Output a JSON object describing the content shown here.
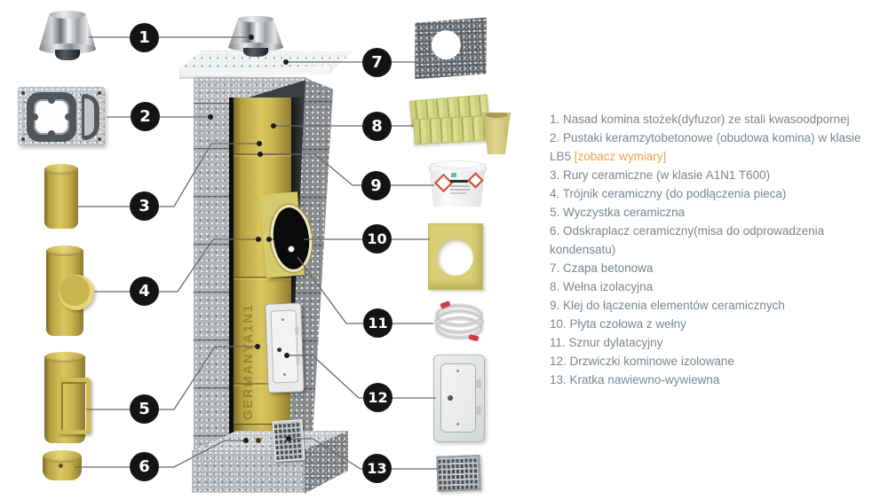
{
  "legend": {
    "items": [
      {
        "num": "1.",
        "text": "Nasad komina stożek(dyfuzor) ze stali kwasoodpornej"
      },
      {
        "num": "2.",
        "text": "Pustaki keramzytobetonowe (obudowa komina) w klasie LB5 ",
        "link": "[zobacz wymiary]"
      },
      {
        "num": "3.",
        "text": "Rury ceramiczne (w klasie A1N1 T600)"
      },
      {
        "num": "4.",
        "text": "Trójnik ceramiczny (do podłączenia pieca)"
      },
      {
        "num": "5.",
        "text": "Wyczystka ceramiczna"
      },
      {
        "num": "6.",
        "text": "Odskraplacz ceramiczny(misa do odprowadzenia kondensatu)"
      },
      {
        "num": "7.",
        "text": "Czapa betonowa"
      },
      {
        "num": "8.",
        "text": "Wełna izolacyjna"
      },
      {
        "num": "9.",
        "text": "Klej do łączenia elementów ceramicznych"
      },
      {
        "num": "10.",
        "text": "Płyta czołowa z wełny"
      },
      {
        "num": "11.",
        "text": "Sznur dylatacyjny"
      },
      {
        "num": "12.",
        "text": "Drzwiczki kominowe izolowane"
      },
      {
        "num": "13.",
        "text": "Kratka nawiewno-wywiewna"
      }
    ]
  },
  "callouts": [
    "1",
    "2",
    "3",
    "4",
    "5",
    "6",
    "7",
    "8",
    "9",
    "10",
    "11",
    "12",
    "13"
  ],
  "pipe_label": "GERMANYA1N1",
  "colors": {
    "link_accent": "#f2a24a",
    "legend_text": "#7b8590",
    "callout_bg": "#141414",
    "pipe_gold": "#cbb64e"
  }
}
